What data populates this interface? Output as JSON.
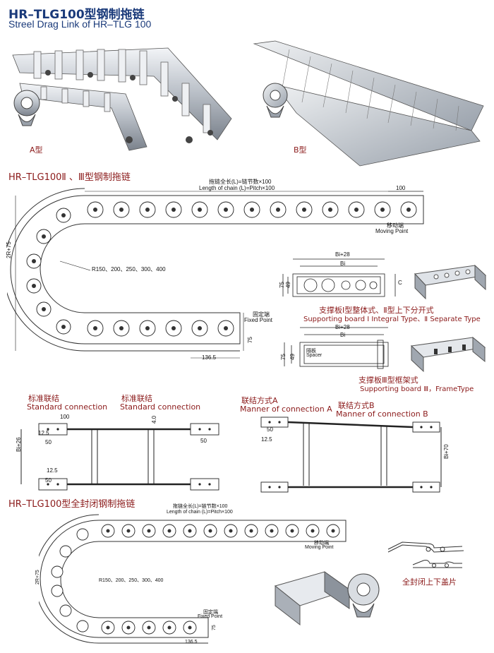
{
  "header": {
    "title": "HR–TLG100型钢制拖链",
    "subtitle": "Streel Drag Link of HR–TLG 100"
  },
  "photos": {
    "a_label": "A型",
    "b_label": "B型"
  },
  "section1": {
    "title": "HR–TLG100Ⅱ 、Ⅲ型钢制拖链",
    "length_cn": "拖链全长(L)=链节数×100",
    "length_en": "Length of chain (L)=Pitch×100",
    "pitch": "100",
    "moving_cn": "移动端",
    "moving_en": "Moving Point",
    "radius": "R150、200、250、300、400",
    "height": "2R+75",
    "fixed_cn": "固定端",
    "fixed_en": "Fixed Point",
    "dim_75": "75",
    "dim_1365": "136.5"
  },
  "board1": {
    "bi28": "Bi+28",
    "bi": "Bi",
    "d75": "75",
    "d49": "49",
    "c": "C",
    "cap_cn": "支撑板Ⅰ型整体式、Ⅱ型上下分开式",
    "cap_en": "Supporting board Ⅰ Integral Type、Ⅱ Separate Type"
  },
  "board2": {
    "bi28": "Bi+28",
    "bi": "Bi",
    "d75": "75",
    "d49": "49",
    "spacer_cn": "隔板",
    "spacer_en": "Spacer",
    "cap_cn": "支撑板Ⅲ型框架式",
    "cap_en": "Supporting board Ⅲ，FrameType"
  },
  "connections": {
    "std1_cn": "标准联结",
    "std1_en": "Standard connection",
    "std2_cn": "标准联结",
    "std2_en": "Standard connection",
    "a_cn": "联结方式A",
    "a_en": "Manner of connection A",
    "b_cn": "联结方式B",
    "b_en": "Manner of connection B",
    "d100": "100",
    "d50": "50",
    "d125": "12.5",
    "bi26": "Bi+26",
    "d40": "4.0",
    "d50b": "50",
    "d50c": "50",
    "d125b": "12.5",
    "bi70": "Bi+70",
    "d50d": "50",
    "d125c": "12.5"
  },
  "section2": {
    "title": "HR–TLG100型全封闭钢制拖链",
    "length_cn": "拖链全长(L)=链节数×100",
    "length_en": "Length of chain (L)=Pitch×100",
    "moving_cn": "移动端",
    "moving_en": "Moving Point",
    "radius": "R150、200、250、300、400",
    "height": "2R+75",
    "fixed_cn": "固定端",
    "fixed_en": "Fixed Point",
    "dim_75": "75",
    "dim_1365": "136.5",
    "cover_cn": "全封闭上下盖片"
  }
}
